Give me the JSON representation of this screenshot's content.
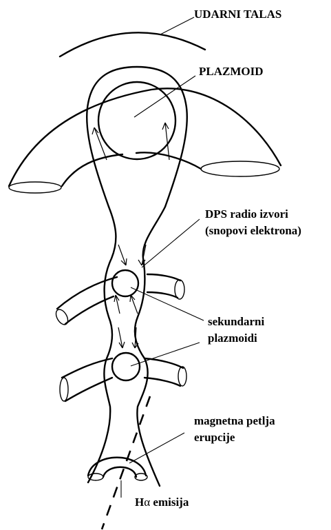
{
  "labels": {
    "shock_wave": "UDARNI TALAS",
    "plasmoid": "PLAZMOID",
    "dps_line1": "DPS radio izvori",
    "dps_line2": "(snopovi elektrona)",
    "secondary_line1": "sekundarni",
    "secondary_line2": "plazmoidi",
    "loop_line1": "magnetna petlja",
    "loop_line2": "erupcije",
    "halpha_prefix": "H",
    "halpha_symbol": "α",
    "halpha_suffix": " emisija"
  }
}
